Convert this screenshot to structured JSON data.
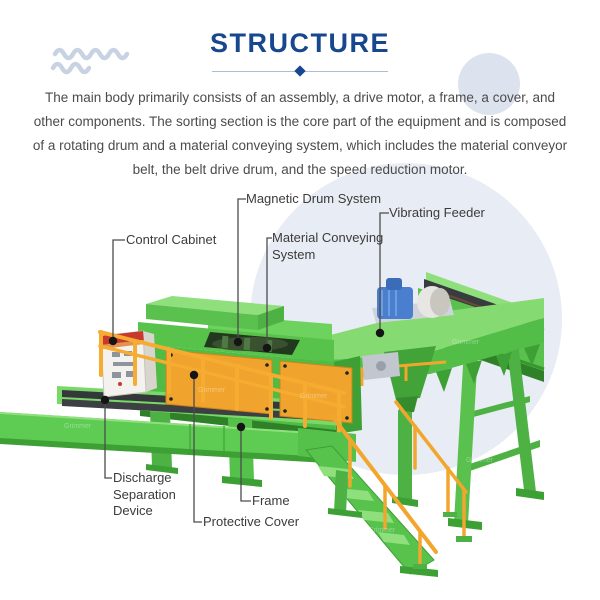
{
  "header": {
    "title": "STRUCTURE"
  },
  "description": {
    "lines": [
      "The main body primarily consists of an assembly, a drive motor, a frame, a cover, and",
      "other components. The sorting section is the core part of the equipment and is composed",
      "of a rotating drum and a material conveying system, which includes the material conveyor",
      "belt, the belt drive drum, and the speed reduction motor."
    ]
  },
  "callouts": {
    "magnetic_drum_system": {
      "label": "Magnetic Drum System"
    },
    "vibrating_feeder": {
      "label": "Vibrating Feeder"
    },
    "control_cabinet": {
      "label": "Control Cabinet"
    },
    "material_conveying_system": {
      "label": "Material Conveying System"
    },
    "discharge_separation_device": {
      "label": "Discharge Separation Device"
    },
    "frame": {
      "label": "Frame"
    },
    "protective_cover": {
      "label": "Protective Cover"
    }
  },
  "watermark": {
    "text": "Grimmer"
  },
  "colors": {
    "title_blue": "#17478e",
    "divider": "#a9bed8",
    "body_text": "#4b4b4b",
    "label_text": "#3b3b3b",
    "bg_circle_big": "#e8ecf4",
    "bg_circle_small": "#dde3ee",
    "machine_green": "#55c14a",
    "machine_green_light": "#8fdf7d",
    "machine_green_dark": "#3da035",
    "guard_orange": "#f3a62d",
    "panel_orange": "#f0a42e",
    "cabinet_white": "#f4f2ee",
    "cabinet_red_band": "#c6392c",
    "belt_dark": "#383c3f",
    "motor_blue": "#4a7fd0",
    "callout_line": "#4c4c4c",
    "callout_dot": "#151515"
  }
}
